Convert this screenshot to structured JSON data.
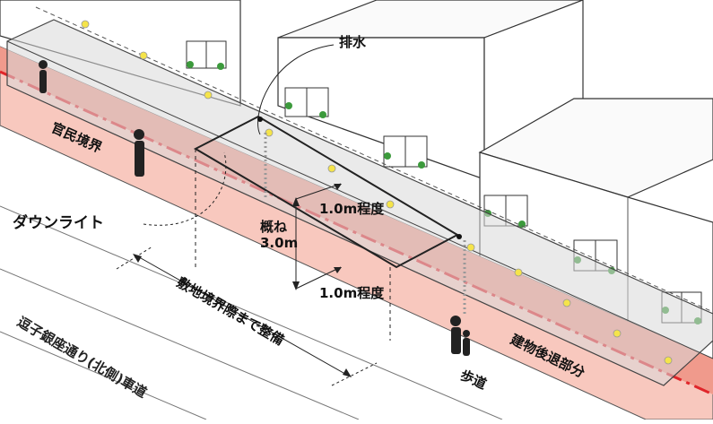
{
  "labels": {
    "drainage": "排水",
    "boundary_public_private": "官民境界",
    "downlight": "ダウンライト",
    "spacing_1": "1.0m程度",
    "height_line1": "概ね",
    "height_line2": "3.0m",
    "spacing_2": "1.0m程度",
    "site_boundary": "敷地境界際まで整備",
    "road": "逗子銀座通り(北側)車道",
    "sidewalk": "歩道",
    "setback": "建物後退部分"
  },
  "colors": {
    "sidewalk_fill": "#f8c8be",
    "setback_fill": "#f09a8c",
    "boundary_line": "#e0252a",
    "canopy_fill": "#d9d9d9",
    "lamp": "#f5e44a",
    "plant": "#3c9a3c",
    "building_line": "#333333"
  }
}
